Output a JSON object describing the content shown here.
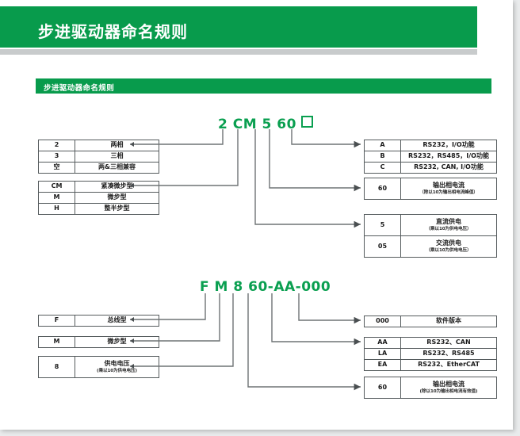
{
  "header": {
    "title": "步进驱动器命名规则",
    "brand_green": "#089b4c",
    "divider_grey": "#c8cbcc"
  },
  "section": {
    "label": "步进驱动器命名规则"
  },
  "diagram1": {
    "code_parts": [
      "2",
      "CM",
      "5",
      "60"
    ],
    "code_text": "2 CM 5 60",
    "has_square_placeholder": true,
    "tables": {
      "phase": [
        {
          "code": "2",
          "desc": "两相"
        },
        {
          "code": "3",
          "desc": "三相"
        },
        {
          "code": "空",
          "desc": "两&三相兼容"
        }
      ],
      "step_type": [
        {
          "code": "CM",
          "desc": "紧凑微步型"
        },
        {
          "code": "M",
          "desc": "微步型"
        },
        {
          "code": "H",
          "desc": "整半步型"
        }
      ],
      "comm": [
        {
          "code": "A",
          "desc": "RS232，I/O功能"
        },
        {
          "code": "B",
          "desc": "RS232，RS485，I/O功能"
        },
        {
          "code": "C",
          "desc": "RS232, CAN, I/O功能"
        }
      ],
      "current": [
        {
          "code": "60",
          "desc": "输出相电流",
          "note": "（除以10为输出相电流峰值）"
        }
      ],
      "power": [
        {
          "code": "5",
          "desc": "直流供电",
          "note": "（乘以10为供电电压）"
        },
        {
          "code": "05",
          "desc": "交流供电",
          "note": "（乘以10为供电电压）"
        }
      ]
    }
  },
  "diagram2": {
    "code_parts": [
      "F",
      "M",
      "8",
      "60",
      "AA",
      "000"
    ],
    "code_text": "F M 8 60-AA-000",
    "tables": {
      "bus": [
        {
          "code": "F",
          "desc": "总线型"
        }
      ],
      "step_type": [
        {
          "code": "M",
          "desc": "微步型"
        }
      ],
      "voltage": [
        {
          "code": "8",
          "desc": "供电电压",
          "note": "(乘以10为供电电压)"
        }
      ],
      "software": [
        {
          "code": "000",
          "desc": "软件版本"
        }
      ],
      "comm": [
        {
          "code": "AA",
          "desc": "RS232、CAN"
        },
        {
          "code": "LA",
          "desc": "RS232、RS485"
        },
        {
          "code": "EA",
          "desc": "RS232、EtherCAT"
        }
      ],
      "current": [
        {
          "code": "60",
          "desc": "输出相电流",
          "note": "(除以10为输出相电流有效值)"
        }
      ]
    }
  }
}
